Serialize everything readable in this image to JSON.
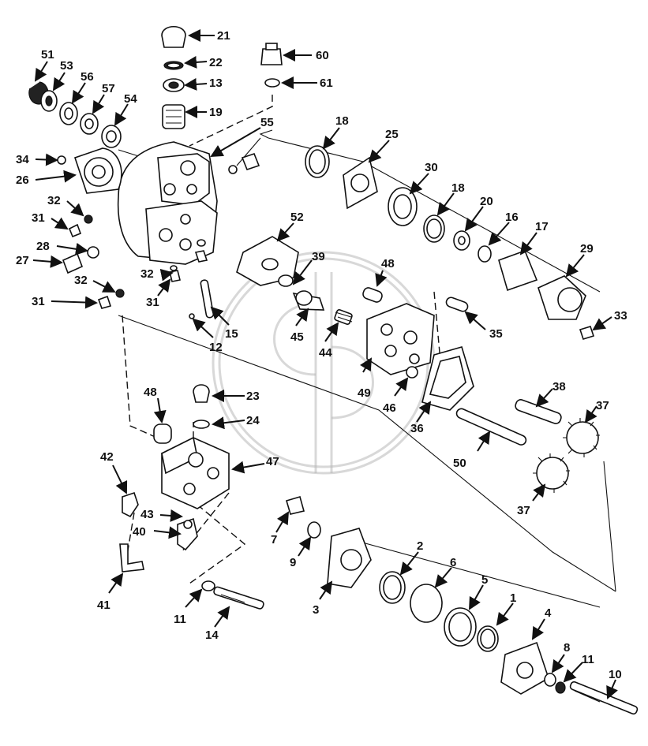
{
  "callouts": [
    "21",
    "22",
    "13",
    "19",
    "60",
    "61",
    "51",
    "53",
    "56",
    "57",
    "54",
    "55",
    "18",
    "25",
    "30",
    "18",
    "20",
    "16",
    "17",
    "29",
    "33",
    "34",
    "26",
    "32",
    "31",
    "28",
    "27",
    "32",
    "31",
    "32",
    "31",
    "12",
    "15",
    "52",
    "39",
    "48",
    "45",
    "44",
    "49",
    "46",
    "35",
    "36",
    "38",
    "37",
    "50",
    "37",
    "48",
    "23",
    "24",
    "47",
    "42",
    "43",
    "40",
    "41",
    "7",
    "9",
    "3",
    "2",
    "6",
    "5",
    "1",
    "4",
    "8",
    "11",
    "10",
    "11",
    "14"
  ]
}
